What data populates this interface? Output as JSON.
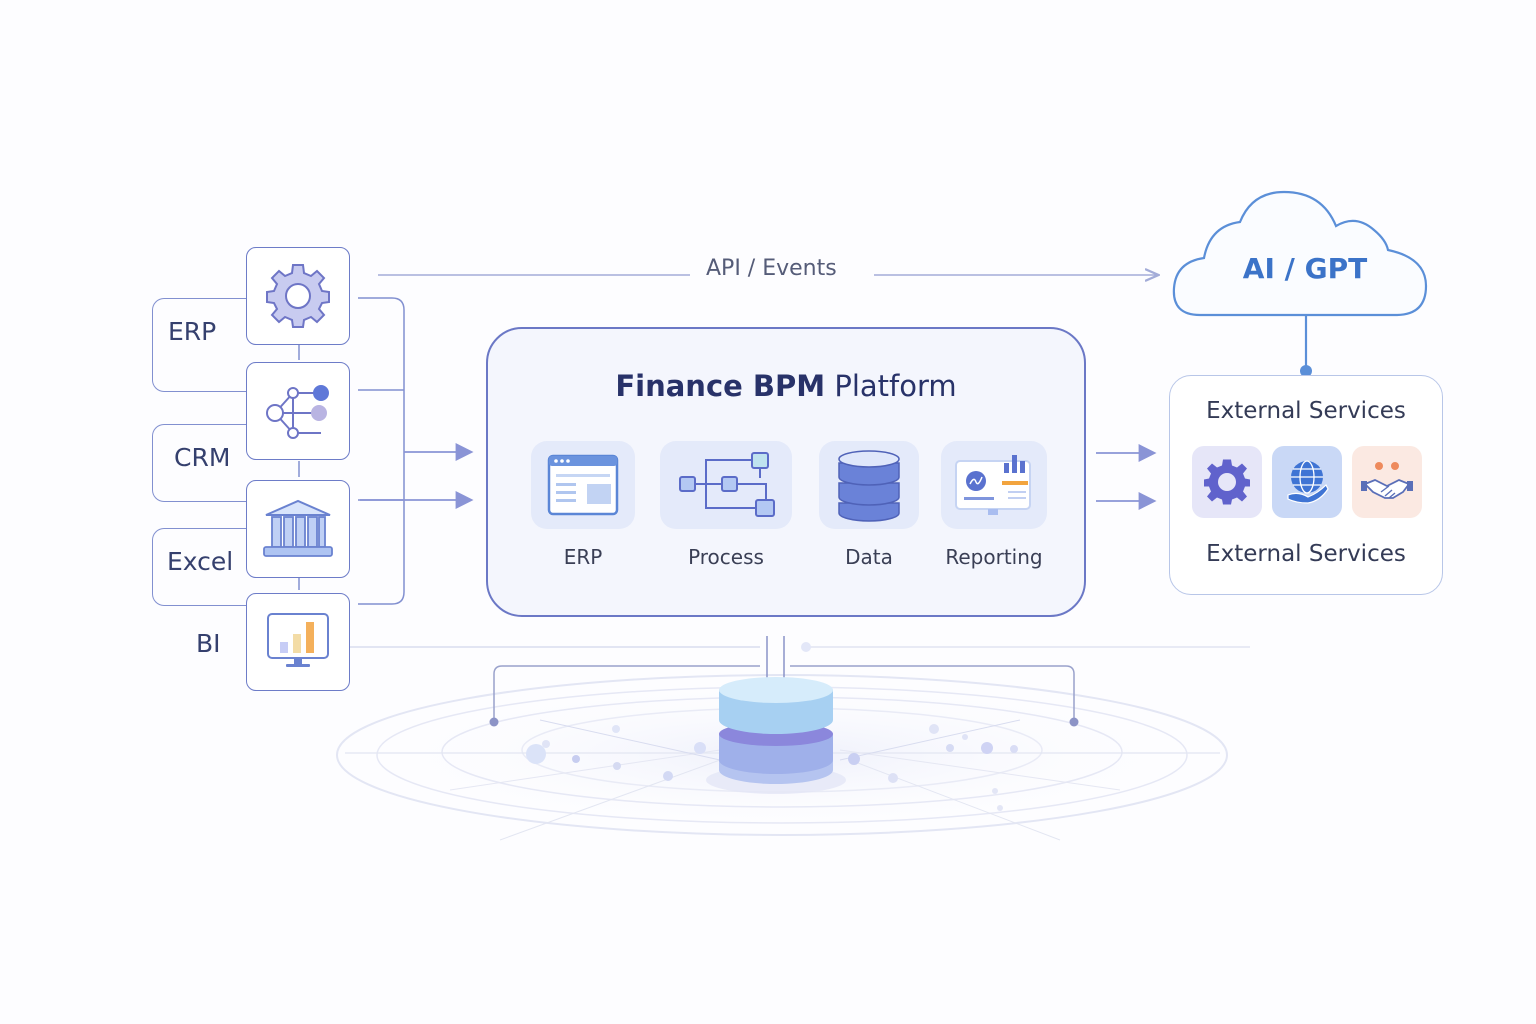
{
  "diagram": {
    "title_main": "Finance BPM",
    "title_rest": " Platform",
    "api_label": "API / Events",
    "sources": [
      {
        "label": "ERP",
        "icon": "gear-icon"
      },
      {
        "label": "CRM",
        "icon": "network-nodes-icon"
      },
      {
        "label": "Excel",
        "icon": "bank-building-icon"
      },
      {
        "label": "BI",
        "icon": "bar-chart-monitor-icon"
      }
    ],
    "modules": [
      {
        "label": "ERP",
        "icon": "browser-window-icon"
      },
      {
        "label": "Process",
        "icon": "workflow-icon"
      },
      {
        "label": "Data",
        "icon": "database-icon"
      },
      {
        "label": "Reporting",
        "icon": "dashboard-monitor-icon"
      }
    ],
    "cloud": {
      "label": "AI / GPT"
    },
    "external": {
      "title": "External Services",
      "footer": "External Services",
      "tiles": [
        {
          "icon": "gear-icon",
          "color": "#e6e6f8"
        },
        {
          "icon": "globe-hand-icon",
          "color": "#c9d8f6"
        },
        {
          "icon": "handshake-icon",
          "color": "#fbe9e2"
        }
      ]
    },
    "colors": {
      "accent": "#6b78c6",
      "cloud": "#3b73c8",
      "line": "#8290d0"
    }
  }
}
